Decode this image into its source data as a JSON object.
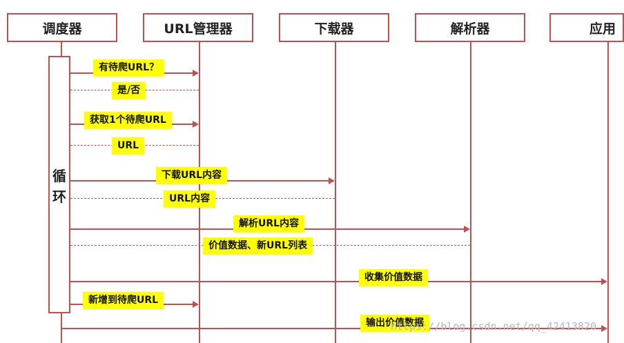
{
  "actors": [
    "调度器",
    "URL管理器",
    "下载器",
    "解析器",
    "应用"
  ],
  "loop_label": "循环",
  "messages": [
    {
      "text": "有待爬URL？",
      "from": "调度器",
      "to": "URL管理器",
      "style": "solid"
    },
    {
      "text": "是/否",
      "from": "URL管理器",
      "to": "调度器",
      "style": "dashed"
    },
    {
      "text": "获取1个待爬URL",
      "from": "调度器",
      "to": "URL管理器",
      "style": "solid"
    },
    {
      "text": "URL",
      "from": "URL管理器",
      "to": "调度器",
      "style": "dashed"
    },
    {
      "text": "下载URL内容",
      "from": "调度器",
      "to": "下载器",
      "style": "solid"
    },
    {
      "text": "URL内容",
      "from": "下载器",
      "to": "调度器",
      "style": "dashed"
    },
    {
      "text": "解析URL内容",
      "from": "调度器",
      "to": "解析器",
      "style": "solid"
    },
    {
      "text": "价值数据、新URL列表",
      "from": "解析器",
      "to": "调度器",
      "style": "dashed"
    },
    {
      "text": "收集价值数据",
      "from": "调度器",
      "to": "应用",
      "style": "solid"
    },
    {
      "text": "新增到待爬URL",
      "from": "调度器",
      "to": "URL管理器",
      "style": "solid"
    },
    {
      "text": "输出价值数据",
      "from": "调度器",
      "to": "应用",
      "style": "solid"
    }
  ],
  "watermark": "https://blog.csdn.net/qq_42413820",
  "colors": {
    "line": "#c0504d",
    "label_bg": "#ffff00"
  }
}
